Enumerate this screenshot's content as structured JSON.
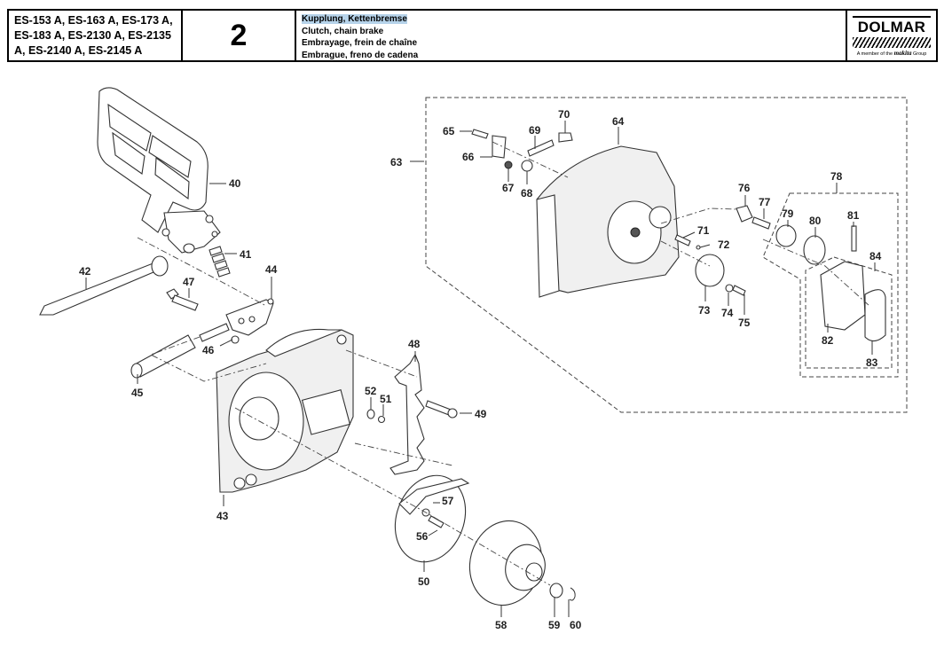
{
  "header": {
    "models": [
      "ES-153 A, ES-163 A, ES-173 A,",
      "ES-183 A, ES-2130 A, ES-2135",
      "A, ES-2140 A, ES-2145 A"
    ],
    "page_number": "2",
    "titles": {
      "de": "Kupplung, Kettenbremse",
      "en": "Clutch, chain brake",
      "fr": "Embrayage, frein de chaîne",
      "es": "Embrague, freno de cadena"
    },
    "logo": {
      "brand": "DOLMAR",
      "tagline_prefix": "A member of the",
      "tagline_brand": "makita",
      "tagline_suffix": "Group"
    }
  },
  "diagram": {
    "title": "Clutch, chain brake exploded view",
    "callouts": {
      "p40": "40",
      "p41": "41",
      "p42": "42",
      "p43": "43",
      "p44": "44",
      "p45": "45",
      "p46": "46",
      "p47": "47",
      "p48": "48",
      "p49": "49",
      "p50": "50",
      "p51": "51",
      "p52": "52",
      "p56": "56",
      "p57": "57",
      "p58": "58",
      "p59": "59",
      "p60": "60",
      "p63": "63",
      "p64": "64",
      "p65": "65",
      "p66": "66",
      "p67": "67",
      "p68": "68",
      "p69": "69",
      "p70": "70",
      "p71": "71",
      "p72": "72",
      "p73": "73",
      "p74": "74",
      "p75": "75",
      "p76": "76",
      "p77": "77",
      "p78": "78",
      "p79": "79",
      "p80": "80",
      "p81": "81",
      "p82": "82",
      "p83": "83",
      "p84": "84"
    },
    "groups": {
      "sprocket_cover_assembly": "63",
      "oil_window_assembly": "78",
      "window_subassembly": "84"
    }
  }
}
